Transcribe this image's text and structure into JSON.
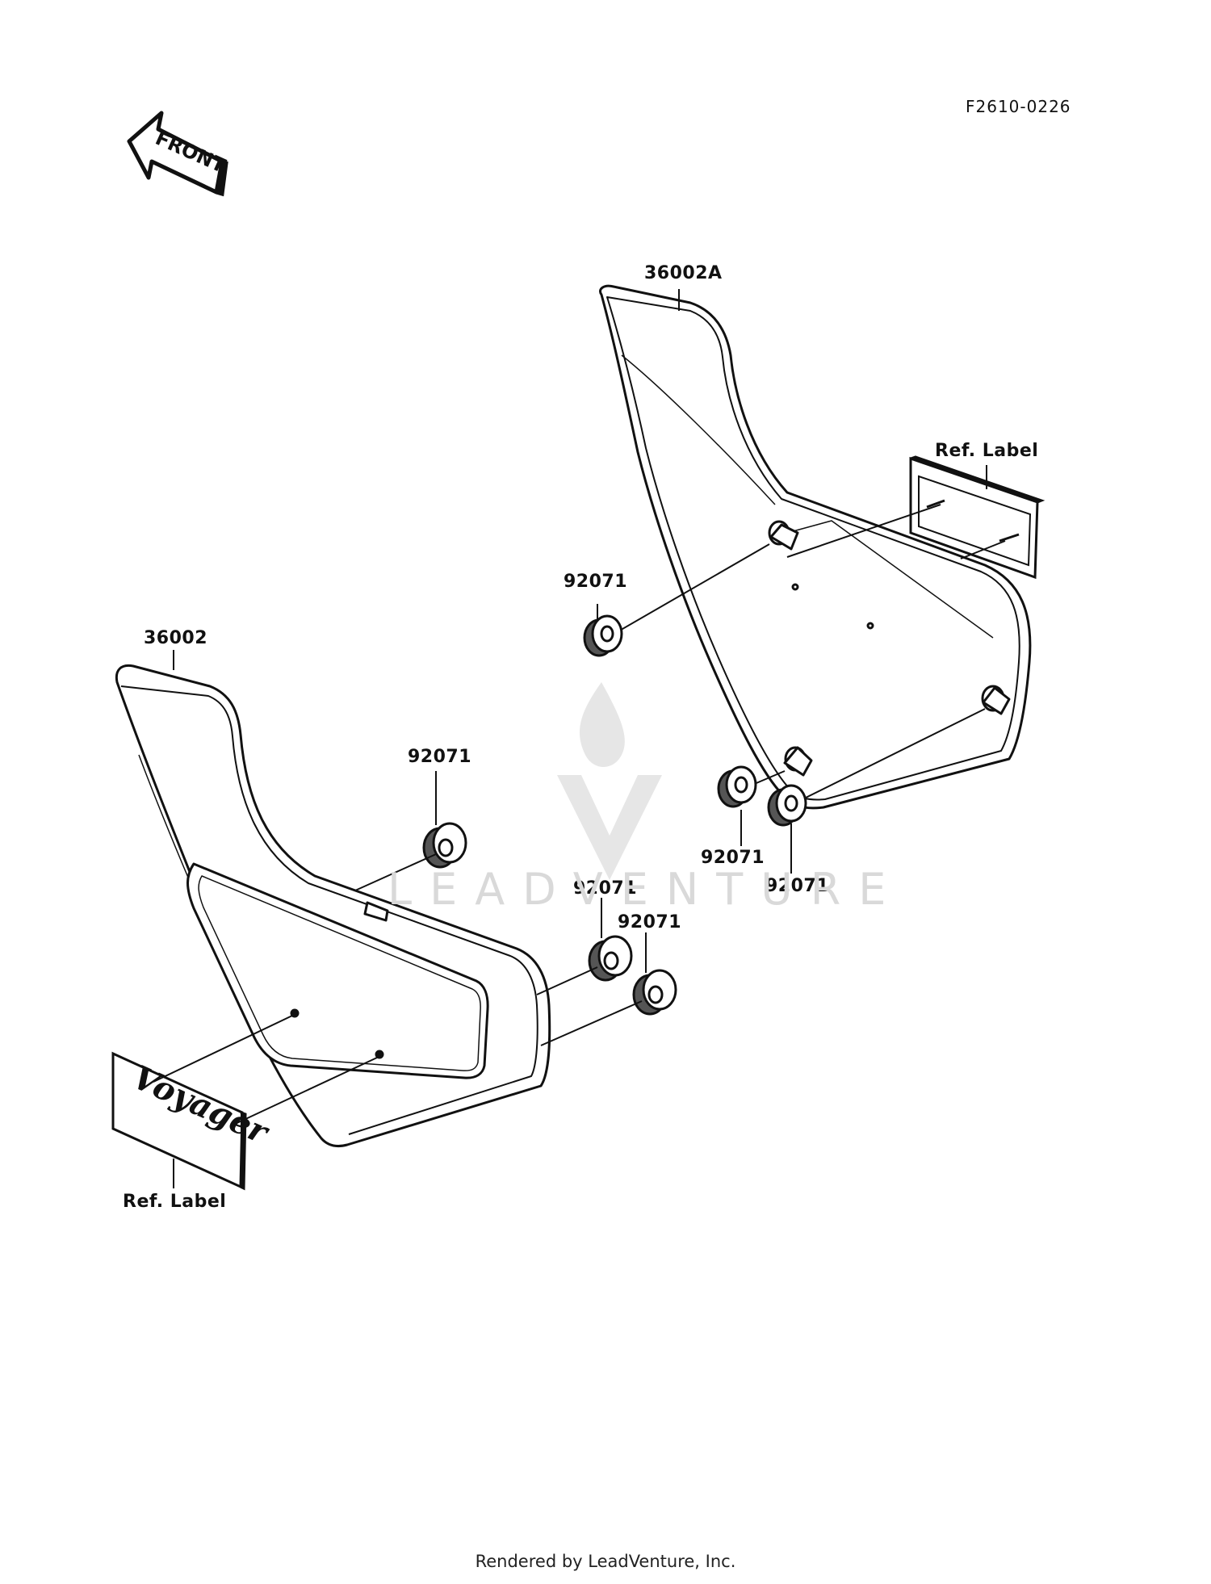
{
  "drawing_code": "F2610-0226",
  "front_arrow_label": "FRONT",
  "parts": {
    "right_cover": "36002A",
    "left_cover": "36002",
    "grommet_upper_right": "92071",
    "grommet_lower_right_a": "92071",
    "grommet_lower_right_b": "92071",
    "grommet_left_upper": "92071",
    "grommet_left_mid": "92071",
    "grommet_left_low": "92071"
  },
  "labels": {
    "ref_label_right": "Ref. Label",
    "ref_label_left": "Ref. Label",
    "emblem_text": "Voyager"
  },
  "watermark": "LEADVENTURE",
  "footer": "Rendered by LeadVenture, Inc."
}
